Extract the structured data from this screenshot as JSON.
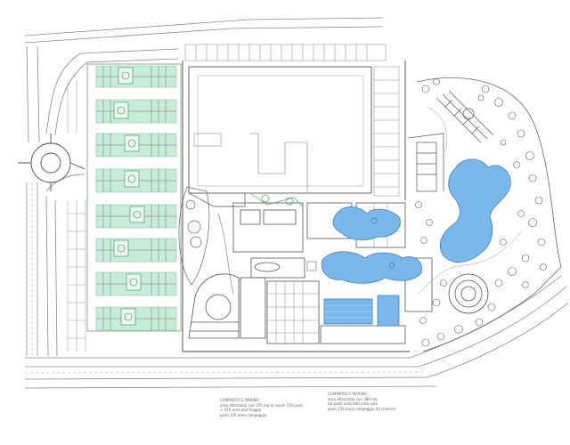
{
  "notes": {
    "left": [
      "COMPARTO E MARINO",
      "area attrezzata con 370 mq di verde 720 posti",
      "+ 310 aree parcheggio",
      "posti 120 area campeggio"
    ],
    "right": [
      "COMPARTO C MARINO",
      "area attrezzata con 380 mq",
      "tot posti auto 840 area auto",
      "posti 150 area campeggio 40 chioschi"
    ]
  },
  "colors": {
    "water": "#7ab8ec",
    "water_edge": "#3f7fc0",
    "parking_green": "#c7ecd9",
    "line": "#8a8a8a",
    "dark_line": "#444444",
    "tree": "#5a5a5a"
  }
}
